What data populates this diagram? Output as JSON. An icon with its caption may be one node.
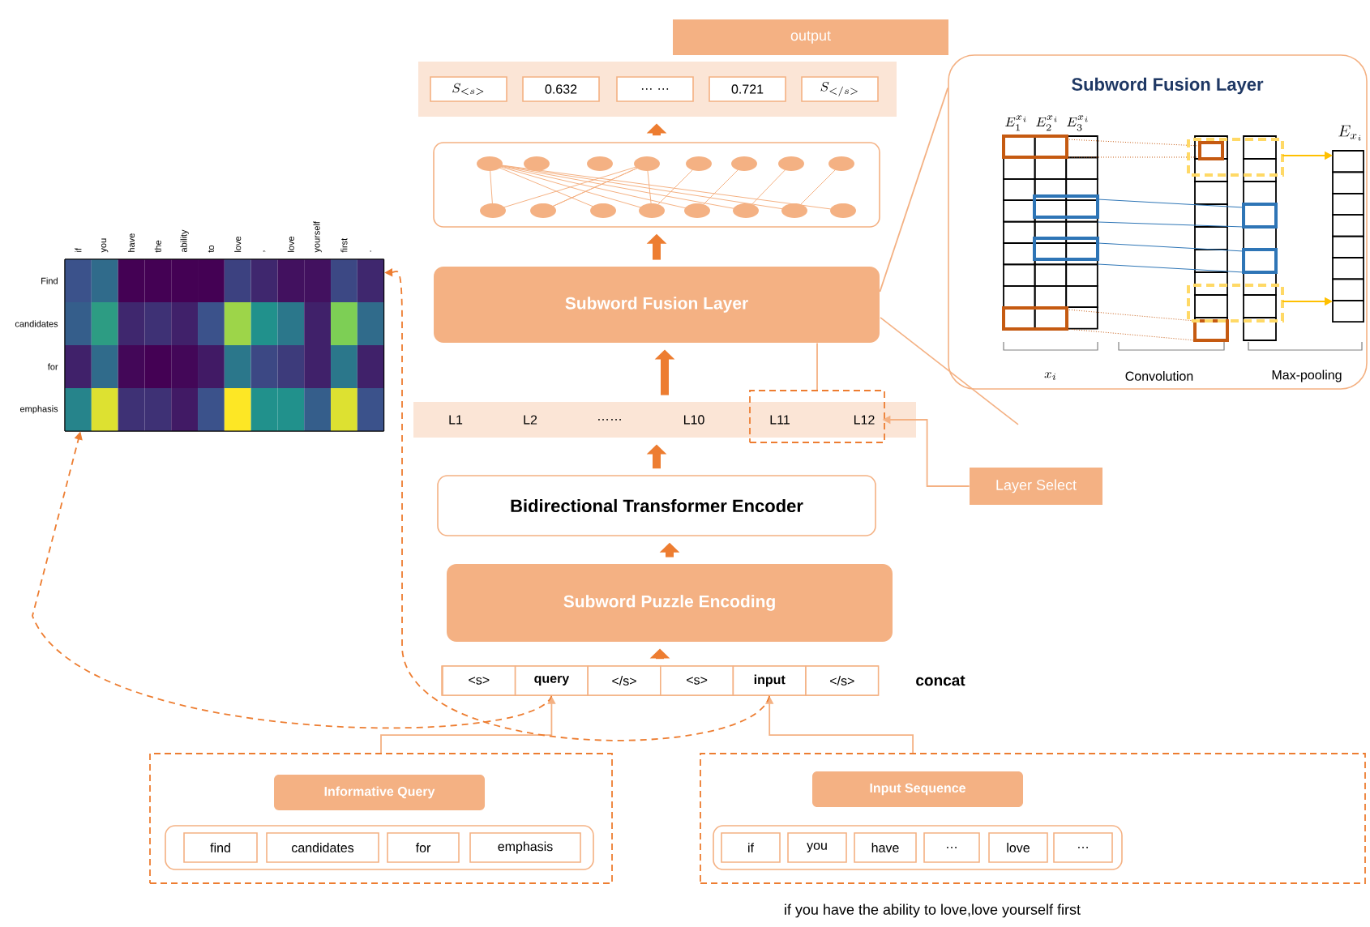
{
  "diagram": {
    "nodes": [
      {
        "text": [
          "output"
        ]
      },
      {
        "text": [],
        "shape": "bar"
      },
      {
        "text": [
          "S_{<s>}"
        ],
        "in": 1
      },
      {
        "text": [
          "0.632"
        ],
        "in": 1
      },
      {
        "text": [
          "… …"
        ],
        "in": 1
      },
      {
        "text": [
          "0.721"
        ],
        "in": 1
      },
      {
        "text": [
          "S_{</s>}"
        ],
        "in": 1
      },
      {
        "text": [],
        "shape": "box"
      },
      {
        "text": [
          "Subword Fusion Layer"
        ]
      },
      {
        "text": [],
        "shape": "bar"
      },
      {
        "text": [
          "L1"
        ],
        "in": 9
      },
      {
        "text": [
          "L2"
        ],
        "in": 9
      },
      {
        "text": [
          "……"
        ],
        "in": 9
      },
      {
        "text": [
          "L10"
        ],
        "in": 9
      },
      {
        "text": [],
        "shape": "box",
        "in": 9
      },
      {
        "text": [
          "L11"
        ],
        "in": 14
      },
      {
        "text": [
          "L12"
        ],
        "in": 14
      },
      {
        "text": [
          "Layer Select"
        ]
      },
      {
        "text": [
          "Bidirectional Transformer Encoder"
        ]
      },
      {
        "text": [
          "Subword Puzzle Encoding"
        ]
      },
      {
        "text": [],
        "shape": "box",
        "beside": [
          "concat"
        ]
      },
      {
        "text": [
          "<s>"
        ],
        "in": 20
      },
      {
        "text": [
          "query"
        ],
        "in": 20
      },
      {
        "text": [
          "</s>"
        ],
        "in": 20
      },
      {
        "text": [
          "<s>"
        ],
        "in": 20
      },
      {
        "text": [
          "input"
        ],
        "in": 20
      },
      {
        "text": [
          "</s>"
        ],
        "in": 20
      },
      {
        "text": [],
        "shape": "box"
      },
      {
        "text": [
          "Informative Query"
        ],
        "in": 27
      },
      {
        "text": [],
        "shape": "box",
        "in": 27
      },
      {
        "text": [
          "find"
        ],
        "in": 29
      },
      {
        "text": [
          "candidates"
        ],
        "in": 29
      },
      {
        "text": [
          "for"
        ],
        "in": 29
      },
      {
        "text": [
          "emphasis"
        ],
        "in": 29
      },
      {
        "text": [],
        "shape": "box",
        "beside": [
          "if you have the ability to love,love yourself first"
        ]
      },
      {
        "text": [
          "Input Sequence"
        ],
        "in": 34
      },
      {
        "text": [],
        "shape": "box",
        "in": 34
      },
      {
        "text": [
          "if"
        ],
        "in": 36
      },
      {
        "text": [
          "you"
        ],
        "in": 36
      },
      {
        "text": [
          "have"
        ],
        "in": 36
      },
      {
        "text": [
          "…"
        ],
        "in": 36
      },
      {
        "text": [
          "love"
        ],
        "in": 36
      },
      {
        "text": [
          "…"
        ],
        "in": 36
      },
      {
        "text": [],
        "shape": "picture",
        "beside": [
          "if",
          "you",
          "have",
          "the",
          "ability",
          "to",
          "love",
          ",",
          "love",
          "yourself",
          "first",
          ".",
          "Find",
          "candidates",
          "for",
          "emphasis"
        ]
      },
      {
        "text": [
          "Subword Fusion Layer"
        ]
      }
    ],
    "edges": [
      {
        "from": 7,
        "to": 1,
        "arrow": "to",
        "style": "thick"
      },
      {
        "from": 8,
        "to": 7,
        "arrow": "to",
        "style": "thick"
      },
      {
        "from": 9,
        "to": 8,
        "arrow": "to",
        "style": "thick"
      },
      {
        "from": 14,
        "to": 8,
        "arrow": "none"
      },
      {
        "from": 17,
        "to": 16,
        "arrow": "to"
      },
      {
        "from": 18,
        "to": 9,
        "arrow": "to",
        "style": "thick"
      },
      {
        "from": 19,
        "to": 18,
        "arrow": "to",
        "style": "thick"
      },
      {
        "from": 20,
        "to": 19,
        "arrow": "to",
        "style": "thick"
      },
      {
        "from": 27,
        "to": 22,
        "arrow": "to"
      },
      {
        "from": 34,
        "to": 25,
        "arrow": "to"
      },
      {
        "from": 25,
        "to": 43,
        "arrow": "to",
        "style": "dashed"
      },
      {
        "from": 22,
        "to": 43,
        "arrow": "to",
        "style": "dashed"
      },
      {
        "from": 8,
        "to": 44,
        "arrow": "none"
      }
    ],
    "labels": [
      "E_1^{x_i}",
      "E_2^{x_i}",
      "E_3^{x_i}",
      "E_{x_i}",
      "x_i",
      "Convolution",
      "Max-pooling"
    ]
  }
}
